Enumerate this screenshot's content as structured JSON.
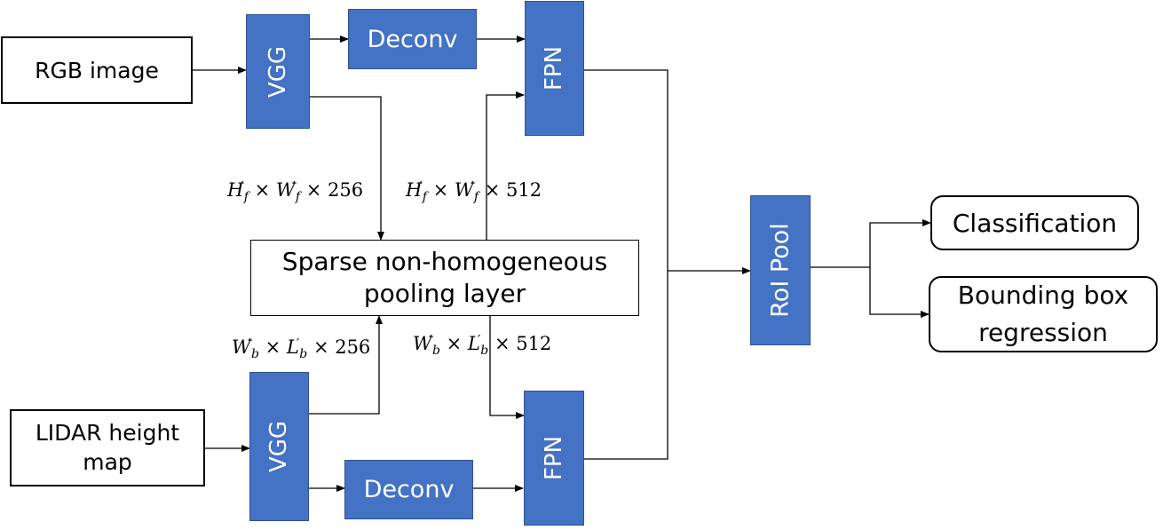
{
  "inputs": {
    "rgb": "RGB image",
    "lidar_line1": "LIDAR height",
    "lidar_line2": "map"
  },
  "blocks": {
    "vgg_top": "VGG",
    "vgg_bottom": "VGG",
    "deconv_top": "Deconv",
    "deconv_bottom": "Deconv",
    "fpn_top": "FPN",
    "fpn_bottom": "FPN",
    "roi_pool": "RoI Pool"
  },
  "pooling": {
    "line1": "Sparse non-homogeneous",
    "line2": "pooling layer"
  },
  "outputs": {
    "classification": "Classification",
    "bbox_line1": "Bounding box",
    "bbox_line2": "regression"
  },
  "dims": {
    "rgb_256": {
      "h": "H",
      "w": "W",
      "sub": "f",
      "mult": "× 256"
    },
    "rgb_512": {
      "h": "H",
      "w": "W",
      "sub": "f",
      "mult": "× 512"
    },
    "lidar_256": {
      "h": "W",
      "w": "L",
      "sub": "b",
      "mult": "× 256"
    },
    "lidar_512": {
      "h": "W",
      "w": "L",
      "sub": "b",
      "mult": "× 512"
    }
  },
  "colors": {
    "block_fill": "#4472C4",
    "block_border": "#2F528F",
    "line": "#000000"
  }
}
